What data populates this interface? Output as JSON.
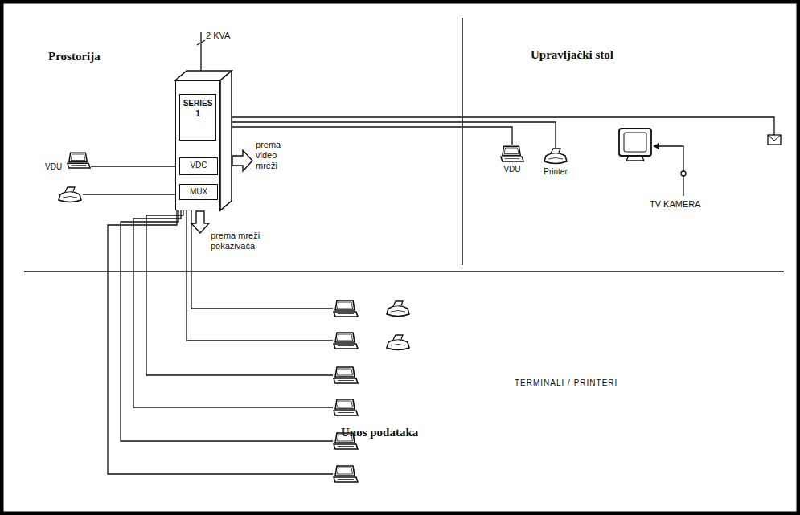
{
  "diagram": {
    "nodes": [
      {
        "text": [
          "SERIES 1"
        ]
      },
      {
        "text": [
          "VDC"
        ],
        "in": 0
      },
      {
        "text": [
          "MUX"
        ],
        "in": 0
      },
      {
        "text": [
          "VDU"
        ]
      },
      {
        "text": [
          "VDU"
        ]
      },
      {
        "text": [
          "Printer"
        ]
      }
    ],
    "edges": [
      {
        "from": 1,
        "to": 3,
        "arrow": "none"
      },
      {
        "from": 0,
        "to": 4,
        "arrow": "none"
      },
      {
        "from": 0,
        "to": 5,
        "arrow": "none"
      }
    ],
    "labels": [
      "Prostorija",
      "2 KVA",
      "Upravljački stol",
      "prema video mreži",
      "prema mreži pokazivača",
      "TV KAMERA",
      "TERMINALI / PRINTERI",
      "Unos podataka"
    ]
  }
}
